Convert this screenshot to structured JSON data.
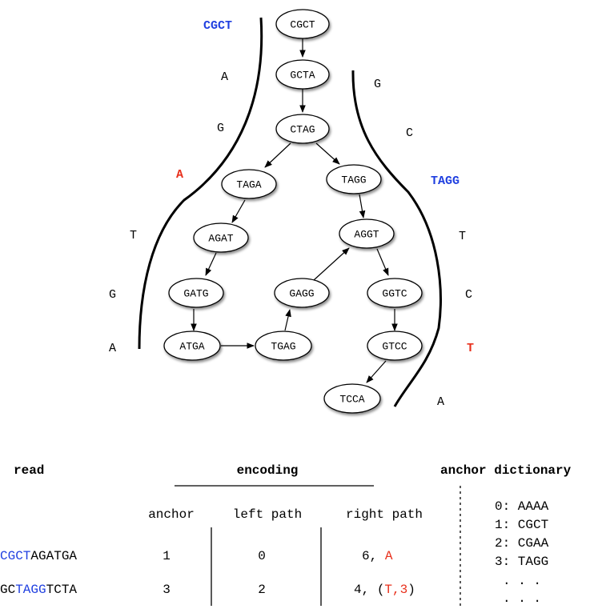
{
  "colors": {
    "blue": "#1f3fe0",
    "red": "#e8301c",
    "black": "#000000"
  },
  "graph": {
    "nodes": [
      "CGCT",
      "GCTA",
      "CTAG",
      "TAGA",
      "TAGG",
      "AGAT",
      "AGGT",
      "GATG",
      "GAGG",
      "GGTC",
      "ATGA",
      "TGAG",
      "GTCC",
      "TCCA"
    ],
    "left_read_start": "CGCT",
    "left_letters": [
      "A",
      "G",
      "A",
      "T",
      "G",
      "A"
    ],
    "right_read_start": "TAGG",
    "right_letters_top": [
      "G",
      "C"
    ],
    "right_letters_bottom": [
      "T",
      "C",
      "T",
      "A"
    ]
  },
  "table": {
    "headers": {
      "read": "read",
      "encoding": "encoding",
      "dictionary": "anchor dictionary",
      "anchor": "anchor",
      "left_path": "left path",
      "right_path": "right path"
    },
    "rows": [
      {
        "read_blue": "CGCT",
        "read_rest": "AGATGA",
        "read_prefix": "",
        "anchor": "1",
        "left": "0",
        "right_num": "6, ",
        "right_red": "A",
        "right_open": "",
        "right_close": ""
      },
      {
        "read_prefix": "GC",
        "read_blue": "TAGG",
        "read_rest": "TCTA",
        "anchor": "3",
        "left": "2",
        "right_num": "4, ",
        "right_open": "(",
        "right_red": "T,3",
        "right_close": ")"
      }
    ],
    "dictionary": [
      "0: AAAA",
      "1: CGCT",
      "2: CGAA",
      "3: TAGG"
    ],
    "dictionary_ellipsis": [
      ". . .",
      ". . ."
    ]
  }
}
